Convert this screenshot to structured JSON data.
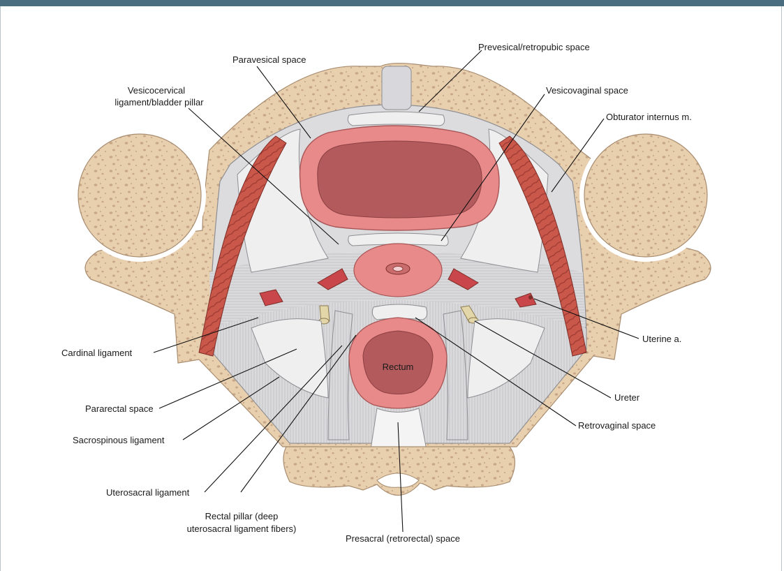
{
  "colors": {
    "top_bar": "#4a6d80",
    "bone": "#e8cfae",
    "bone_pore": "#c8a789",
    "muscle": "#c9574a",
    "muscle_stripe": "#9d3a32",
    "bladder_wall": "#e8898a",
    "bladder_lumen": "#b25a5c",
    "fascia": "#d4d4d6",
    "space": "#ececee",
    "ureter": "#e3d6a8",
    "vessel": "#c9464b"
  },
  "icons": [
    "bone-texture",
    "muscle-fibers",
    "ligament-fibers"
  ],
  "labels": {
    "prevesical": "Prevesical/retropubic space",
    "paravesical": "Paravesical space",
    "vesicocervical_line1": "Vesicocervical",
    "vesicocervical_line2": "ligament/bladder pillar",
    "vesicovaginal": "Vesicovaginal space",
    "obturator": "Obturator internus m.",
    "cardinal": "Cardinal ligament",
    "uterine": "Uterine a.",
    "rectum": "Rectum",
    "ureter": "Ureter",
    "pararectal": "Pararectal space",
    "sacrospinous": "Sacrospinous ligament",
    "uterosacral": "Uterosacral ligament",
    "retrovaginal": "Retrovaginal space",
    "rectal_pillar_line1": "Rectal pillar (deep",
    "rectal_pillar_line2": "uterosacral ligament fibers)",
    "presacral": "Presacral (retrorectal) space"
  }
}
